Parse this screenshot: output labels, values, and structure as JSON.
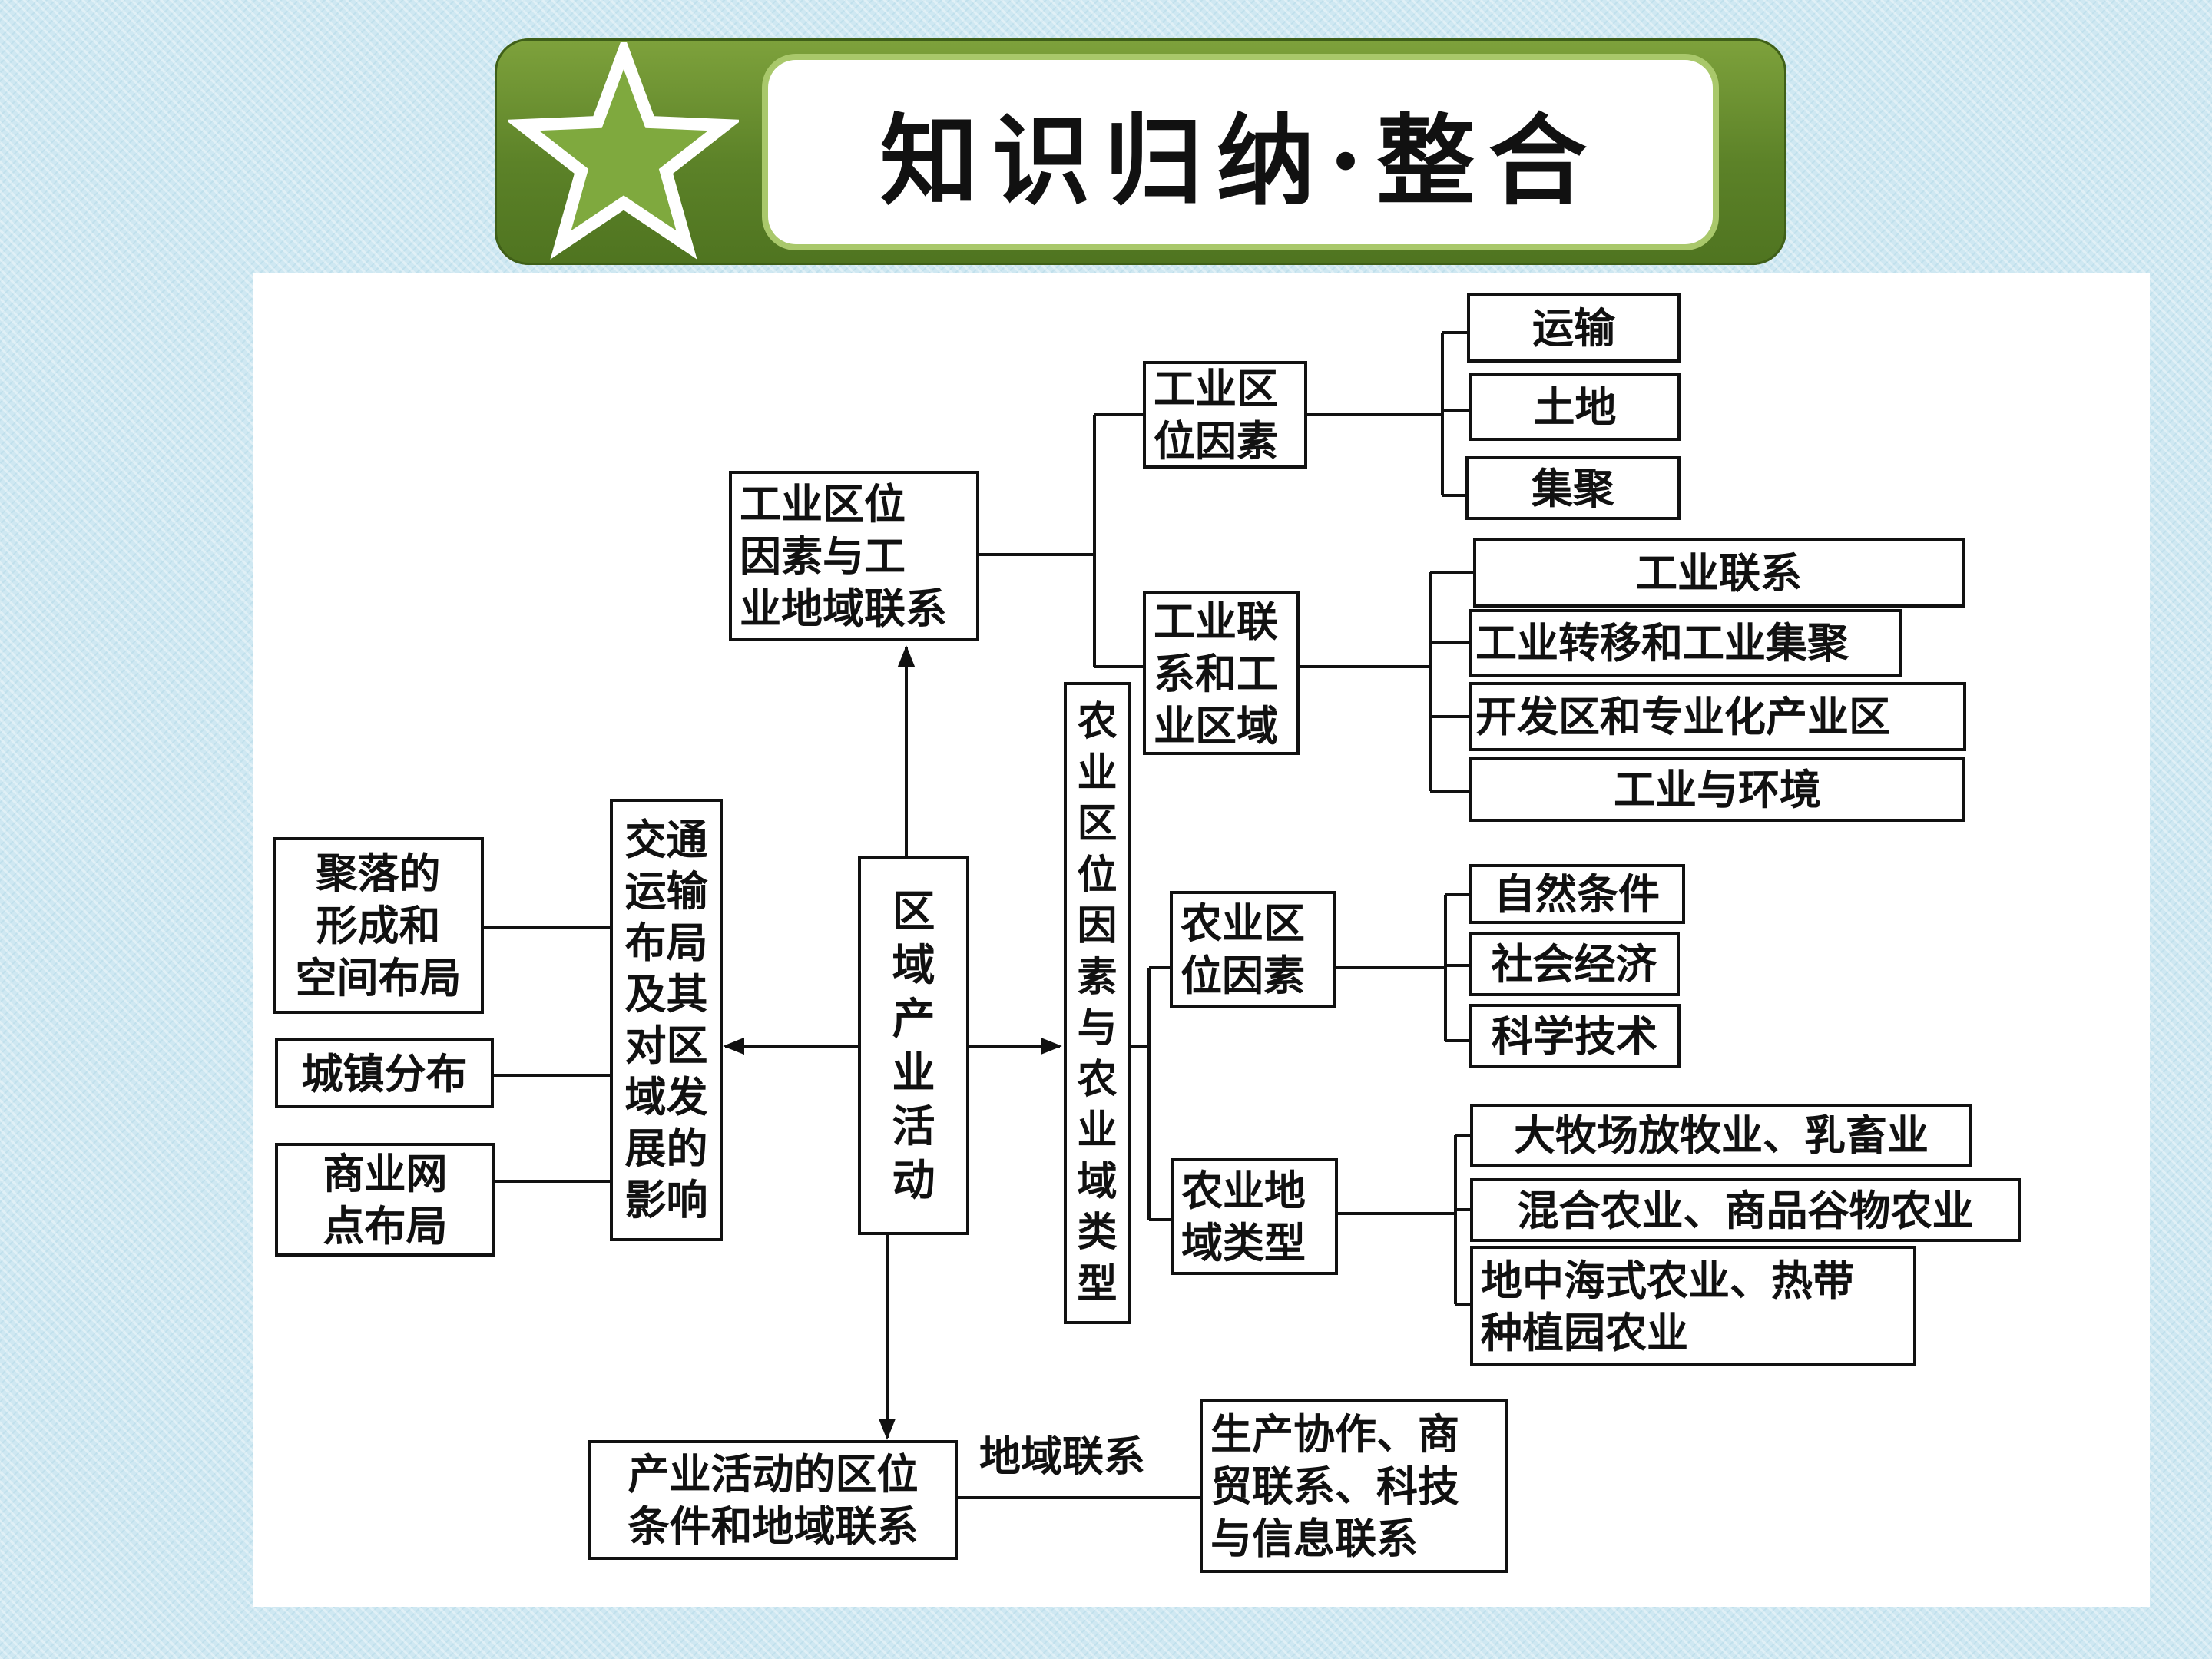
{
  "title": "知识归纳·整合",
  "diagram": {
    "root": "区\n域\n产\n业\n活\n动",
    "industry_main": "工业区位\n因素与工\n业地域联系",
    "industry_factors": "工业区\n位因素",
    "industry_factor_items": [
      "运输",
      "土地",
      "集聚"
    ],
    "industry_links": "工业联\n系和工\n业区域",
    "industry_link_items": [
      "工业联系",
      "工业转移和工业集聚",
      "开发区和专业化产业区",
      "工业与环境"
    ],
    "agri_main": "农\n业\n区\n位\n因\n素\n与\n农\n业\n域\n类\n型",
    "agri_factors": "农业区\n位因素",
    "agri_factor_items": [
      "自然条件",
      "社会经济",
      "科学技术"
    ],
    "agri_types": "农业地\n域类型",
    "agri_type_items": [
      "大牧场放牧业、乳畜业",
      "混合农业、商品谷物农业",
      "地中海式农业、热带\n种植园农业"
    ],
    "transport_main": "交通\n运输\n布局\n及其\n对区\n域发\n展的\n影响",
    "transport_items": [
      "聚落的\n形成和\n空间布局",
      "城镇分布",
      "商业网\n点布局"
    ],
    "bottom_main": "产业活动的区位\n条件和地域联系",
    "bottom_link_label": "地域联系",
    "bottom_item": "生产协作、商\n贸联系、科技\n与信息联系"
  }
}
